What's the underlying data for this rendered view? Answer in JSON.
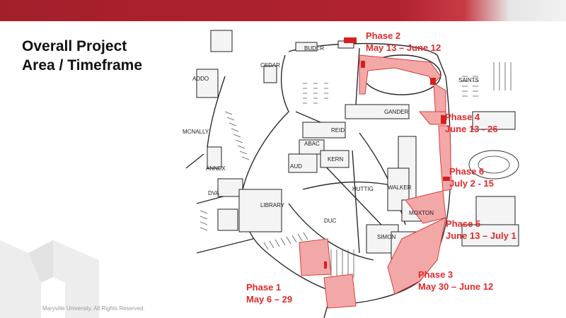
{
  "title": {
    "line1": "Overall Project",
    "line2": "Area / Timeframe"
  },
  "footer": "Maryville University. All Rights Reserved.",
  "colors": {
    "brand_red": "#a3202b",
    "phase_text": "#e02a2a",
    "phase_area": "#f3a8a8"
  },
  "buildings": [
    "BUDER",
    "CEDAR",
    "ADDO",
    "GANDER",
    "SAINTS",
    "MCNALLY",
    "REID",
    "ABAC",
    "KERN",
    "AUD",
    "ANNEX",
    "DVA",
    "HUTTIG",
    "WALKER",
    "LIBRARY",
    "DUC",
    "MOXTON",
    "SIMON"
  ],
  "phases": [
    {
      "name": "Phase 2",
      "dates": "May 13 – June 12"
    },
    {
      "name": "Phase 4",
      "dates": "June 13 - 26"
    },
    {
      "name": "Phase 6",
      "dates": "July 2 - 15"
    },
    {
      "name": "Phase 5",
      "dates": "June 13 – July 1"
    },
    {
      "name": "Phase 3",
      "dates": "May 30 – June 12"
    },
    {
      "name": "Phase 1",
      "dates": "May 6 – 29"
    }
  ]
}
